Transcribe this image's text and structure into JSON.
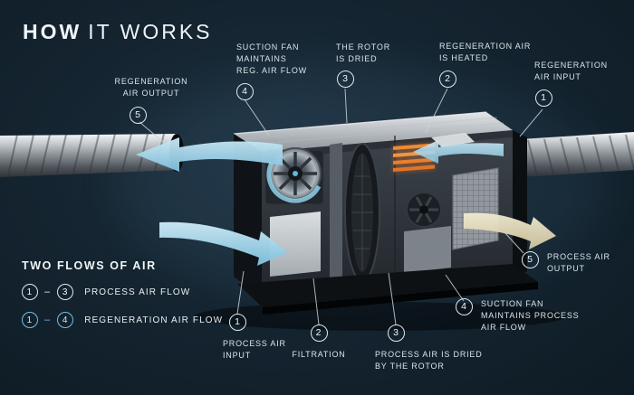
{
  "title": {
    "bold": "HOW",
    "rest": "IT WORKS"
  },
  "callouts": {
    "regen_output": {
      "number": "5",
      "label": "REGENERATION\nAIR OUTPUT"
    },
    "suction_fan_reg": {
      "number": "4",
      "label": "SUCTION FAN\nMAINTAINS\nREG. AIR FLOW"
    },
    "rotor_dried": {
      "number": "3",
      "label": "THE ROTOR\nIS DRIED"
    },
    "regen_heated": {
      "number": "2",
      "label": "REGENERATION AIR\nIS HEATED"
    },
    "regen_input": {
      "number": "1",
      "label": "REGENERATION\nAIR INPUT"
    },
    "process_output": {
      "number": "5",
      "label": "PROCESS AIR\nOUTPUT"
    },
    "process_input": {
      "number": "1",
      "label": "PROCESS AIR\nINPUT"
    },
    "filtration": {
      "number": "2",
      "label": "FILTRATION"
    },
    "process_dried": {
      "number": "3",
      "label": "PROCESS AIR IS DRIED\nBY THE ROTOR"
    },
    "suction_fan_process": {
      "number": "4",
      "label": "SUCTION FAN\nMAINTAINS PROCESS\nAIR FLOW"
    }
  },
  "legend": {
    "title": "TWO FLOWS OF AIR",
    "rows": [
      {
        "start": "1",
        "separator": "–",
        "end": "3",
        "label": "PROCESS AIR FLOW",
        "accent": "#ffffff"
      },
      {
        "start": "1",
        "separator": "–",
        "end": "4",
        "label": "REGENERATION AIR FLOW",
        "accent": "#6fc2e0"
      }
    ]
  },
  "colors": {
    "background": "#152531",
    "text": "#e4edf2",
    "regeneration_accent": "#6fc2e0",
    "process_flow_blue": "#a9d8ec",
    "output_flow_beige": "#e9e2c4",
    "heater_orange": "#ee8432"
  }
}
